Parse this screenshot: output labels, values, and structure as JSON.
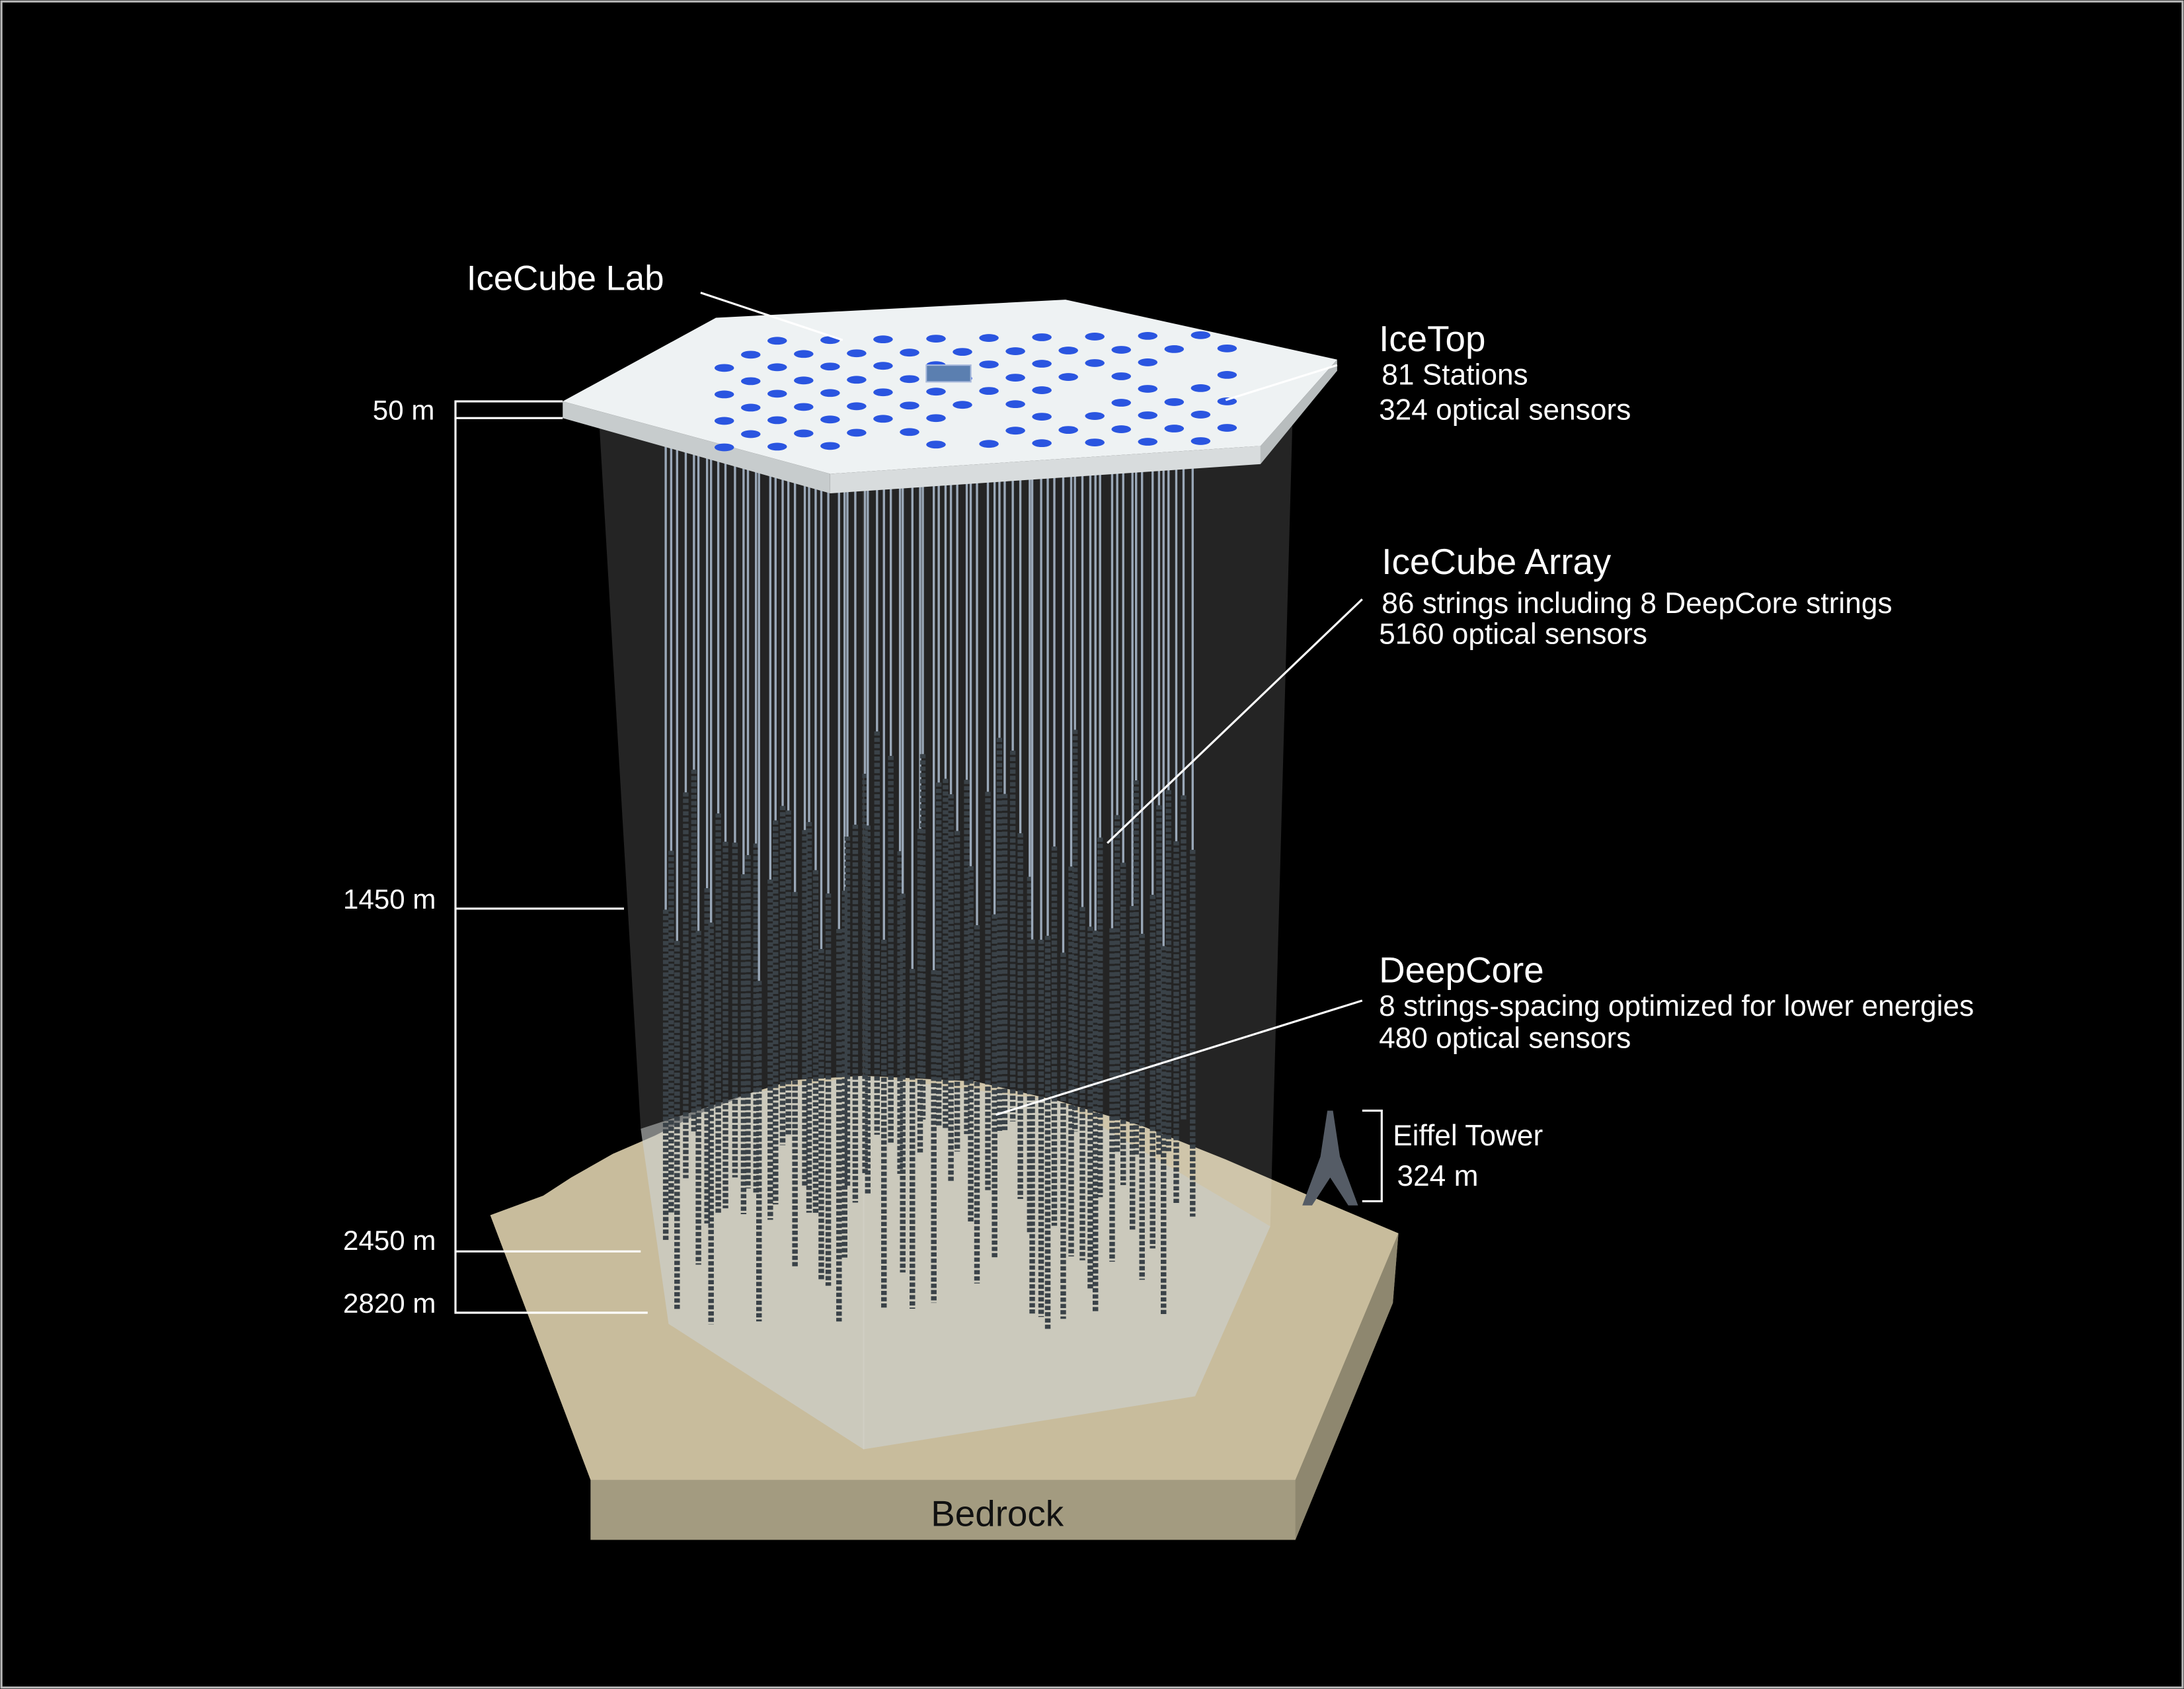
{
  "labels": {
    "icecube_lab": "IceCube Lab",
    "icetop": {
      "title": "IceTop",
      "line1": "81 Stations",
      "line2": "324 optical sensors"
    },
    "array": {
      "title": "IceCube Array",
      "line1": "86 strings including 8 DeepCore strings",
      "line2": "5160 optical sensors"
    },
    "deepcore": {
      "title": "DeepCore",
      "line1": "8 strings-spacing optimized for lower energies",
      "line2": "480 optical sensors"
    },
    "eiffel": {
      "title": "Eiffel Tower",
      "height": "324 m"
    },
    "bedrock": "Bedrock"
  },
  "depths": [
    "50 m",
    "1450 m",
    "2450 m",
    "2820 m"
  ],
  "colors": {
    "background": "#000000",
    "bedrock_top": "#c8bc9c",
    "bedrock_side": "#a39b80",
    "ice": "#b9bcbc",
    "icetop_dot": "#2a55e0",
    "string": "#9aa8b8",
    "sensor": "#3a4248"
  }
}
